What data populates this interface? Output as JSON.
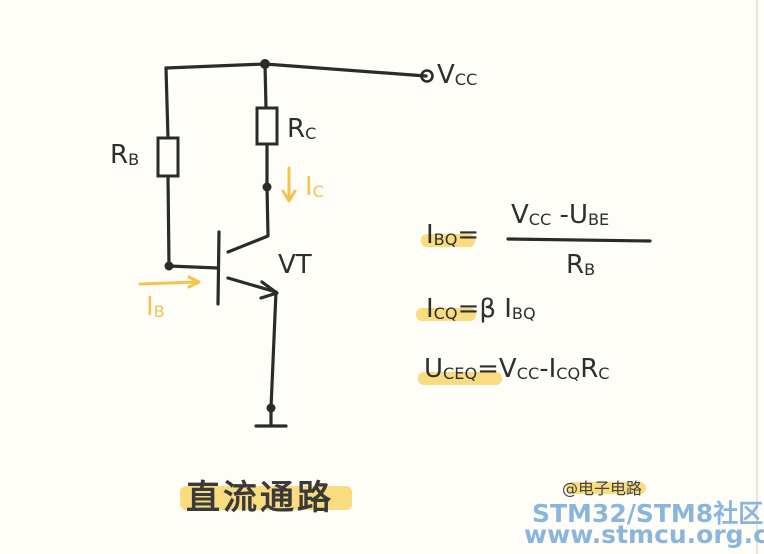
{
  "circuit": {
    "vcc_label": {
      "main": "V",
      "sub": "CC"
    },
    "rb_label": {
      "main": "R",
      "sub": "B"
    },
    "rc_label": {
      "main": "R",
      "sub": "C"
    },
    "ic_label": {
      "main": "I",
      "sub": "C"
    },
    "ib_label": {
      "main": "I",
      "sub": "B"
    },
    "vt_label": "VT"
  },
  "formulas": {
    "ibq": {
      "lhs_main": "I",
      "lhs_sub": "BQ",
      "eq": "=",
      "num_v": "V",
      "num_vsub": "CC",
      "num_sep": " -U",
      "num_usub": "BE",
      "den_main": "R",
      "den_sub": "B"
    },
    "icq": {
      "lhs_main": "I",
      "lhs_sub": "CQ",
      "rhs_pre": "=β I",
      "rhs_sub": "BQ"
    },
    "uceq": {
      "lhs_main": "U",
      "lhs_sub": "CEQ",
      "rhs_a": "=V",
      "rhs_asub": "CC",
      "rhs_b": "-I",
      "rhs_bsub": "CQ",
      "rhs_c": "R",
      "rhs_csub": "C"
    }
  },
  "title": "直流通路",
  "credit": "@电子电路",
  "watermark": {
    "line1": "STM32/STM8社区",
    "line2": "www.stmcu.org.cn"
  },
  "colors": {
    "wire": "#2b2b2b",
    "current": "#f3c44e",
    "highlight": "#f8d66b",
    "watermark": "#8ab6dd"
  }
}
